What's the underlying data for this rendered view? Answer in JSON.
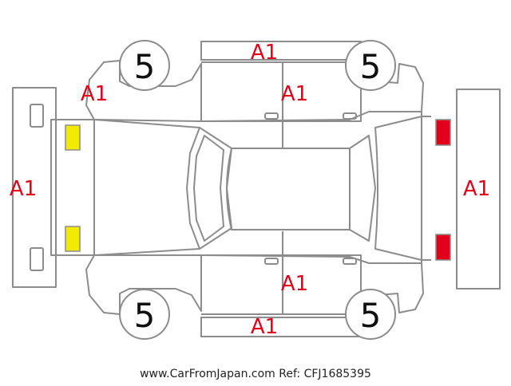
{
  "colors": {
    "outline": "#8c8c8c",
    "damage_mark": "#e2001a",
    "front_light": "#f2ea00",
    "rear_light": "#e2001a",
    "tire_number": "#111111"
  },
  "icons": {
    "front_lights": "yellow-light-icon",
    "rear_lights": "red-light-icon"
  },
  "diagram": {
    "tires": {
      "front_left": "5",
      "rear_left": "5",
      "front_right": "5",
      "rear_right": "5"
    },
    "damage": {
      "top_left_panel": "A1",
      "top_roof_strip": "A1",
      "top_right_door": "A1",
      "front_bumper": "A1",
      "rear_bumper": "A1",
      "bottom_right_door": "A1",
      "bottom_roof_strip": "A1"
    }
  },
  "footer": {
    "watermark": "www.CarFromJapan.com Ref: CFJ1685395"
  }
}
